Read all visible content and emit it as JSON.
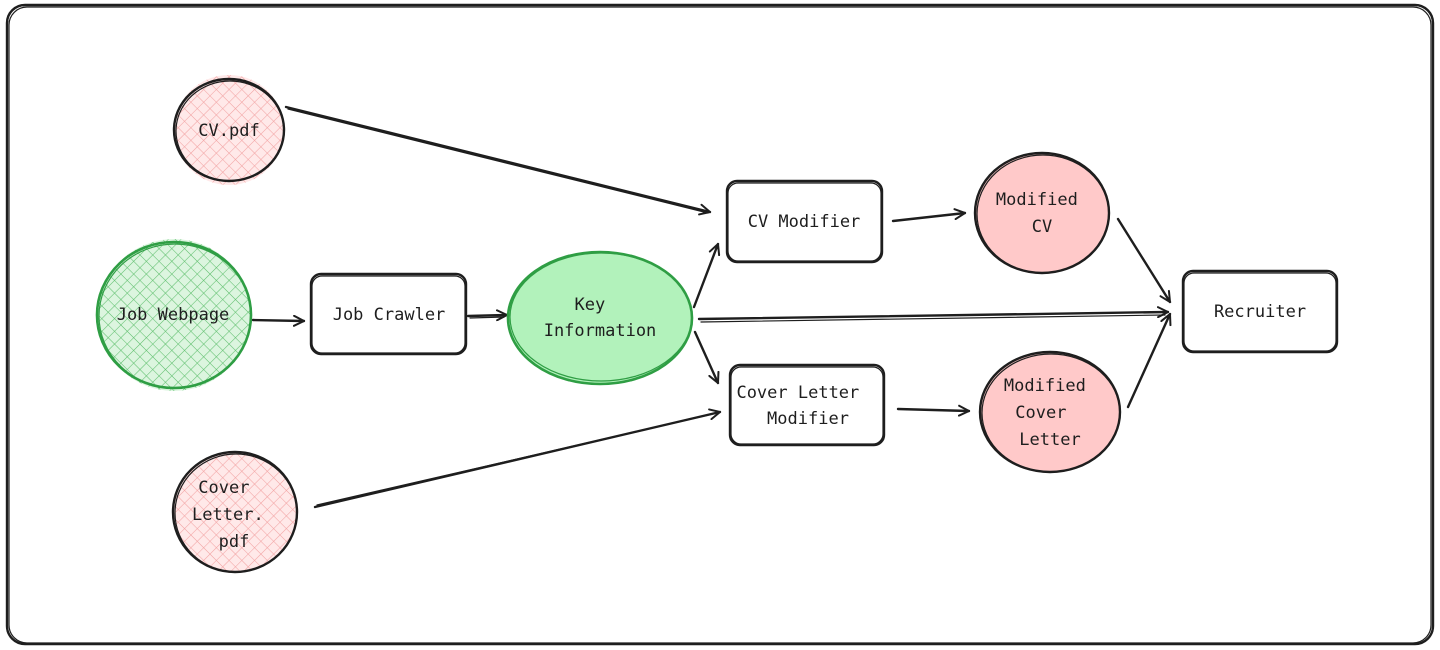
{
  "colors": {
    "ink": "#1e1e1e",
    "pink_fill": "#ffc9c9",
    "pink_hatch": "#f5a6a6",
    "green_fill": "#b2f2bb",
    "green_stroke": "#2f9e44",
    "green_hatch": "#6cc77a"
  },
  "nodes": {
    "cv_pdf": {
      "lines": [
        "CV.pdf"
      ]
    },
    "job_webpage": {
      "lines": [
        "Job Webpage"
      ]
    },
    "cover_letter_pdf": {
      "lines": [
        "Cover",
        "Letter.",
        "pdf"
      ]
    },
    "job_crawler": {
      "lines": [
        "Job Crawler"
      ]
    },
    "key_information": {
      "lines": [
        "Key",
        "Information"
      ]
    },
    "cv_modifier": {
      "lines": [
        "CV Modifier"
      ]
    },
    "cover_letter_modifier": {
      "lines": [
        "Cover Letter",
        "Modifier"
      ]
    },
    "modified_cv": {
      "lines": [
        "Modified",
        "CV"
      ]
    },
    "modified_cover_letter": {
      "lines": [
        "Modified",
        "Cover",
        "Letter"
      ]
    },
    "recruiter": {
      "lines": [
        "Recruiter"
      ]
    }
  },
  "edges": [
    {
      "from": "cv_pdf",
      "to": "cv_modifier"
    },
    {
      "from": "job_webpage",
      "to": "job_crawler"
    },
    {
      "from": "job_crawler",
      "to": "key_information"
    },
    {
      "from": "key_information",
      "to": "cv_modifier"
    },
    {
      "from": "key_information",
      "to": "recruiter"
    },
    {
      "from": "key_information",
      "to": "cover_letter_modifier"
    },
    {
      "from": "cover_letter_pdf",
      "to": "cover_letter_modifier"
    },
    {
      "from": "cv_modifier",
      "to": "modified_cv"
    },
    {
      "from": "cover_letter_modifier",
      "to": "modified_cover_letter"
    },
    {
      "from": "modified_cv",
      "to": "recruiter"
    },
    {
      "from": "modified_cover_letter",
      "to": "recruiter"
    }
  ]
}
